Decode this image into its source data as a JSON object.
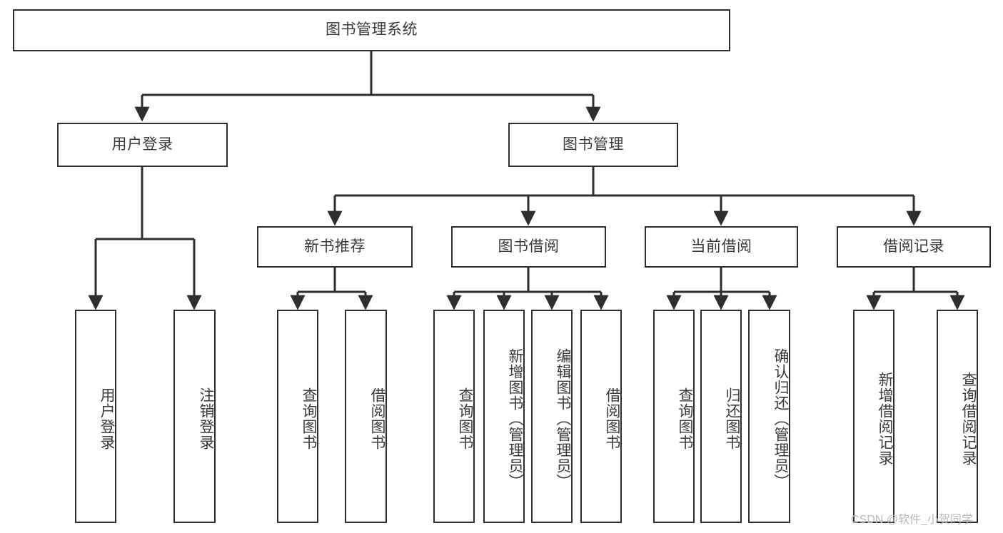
{
  "diagram": {
    "type": "hierarchy-tree",
    "title": "图书管理系统",
    "watermark": "CSDN @软件_小贺同学",
    "colors": {
      "box_border": "#2e2e2e",
      "box_fill": "#ffffff",
      "text": "#3a3a3a",
      "connector": "#2e2e2e",
      "watermark": "#b9b9b9"
    },
    "levels": [
      {
        "level": 1,
        "label": "root"
      },
      {
        "level": 2,
        "label": "modules"
      },
      {
        "level": 3,
        "label": "submodules"
      },
      {
        "level": 4,
        "label": "functions"
      }
    ]
  },
  "nodes": {
    "root": {
      "id": "root",
      "label": "图书管理系统",
      "level": 1,
      "orientation": "horizontal"
    },
    "user_login": {
      "id": "user_login",
      "label": "用户登录",
      "level": 2,
      "orientation": "horizontal"
    },
    "book_mgmt": {
      "id": "book_mgmt",
      "label": "图书管理",
      "level": 2,
      "orientation": "horizontal"
    },
    "new_book_rec": {
      "id": "new_book_rec",
      "label": "新书推荐",
      "level": 3,
      "orientation": "horizontal"
    },
    "book_borrow": {
      "id": "book_borrow",
      "label": "图书借阅",
      "level": 3,
      "orientation": "horizontal"
    },
    "current_borrow": {
      "id": "current_borrow",
      "label": "当前借阅",
      "level": 3,
      "orientation": "horizontal"
    },
    "borrow_record": {
      "id": "borrow_record",
      "label": "借阅记录",
      "level": 3,
      "orientation": "horizontal"
    },
    "leaf_user_login": {
      "id": "leaf_user_login",
      "label": "用户登录",
      "level": 4,
      "orientation": "vertical"
    },
    "leaf_logout": {
      "id": "leaf_logout",
      "label": "注销登录",
      "level": 4,
      "orientation": "vertical"
    },
    "leaf_query_book_1": {
      "id": "leaf_query_book_1",
      "label": "查询图书",
      "level": 4,
      "orientation": "vertical"
    },
    "leaf_borrow_book_1": {
      "id": "leaf_borrow_book_1",
      "label": "借阅图书",
      "level": 4,
      "orientation": "vertical"
    },
    "leaf_query_book_2": {
      "id": "leaf_query_book_2",
      "label": "查询图书",
      "level": 4,
      "orientation": "vertical"
    },
    "leaf_add_book": {
      "id": "leaf_add_book",
      "label": "新增图书（管理员）",
      "level": 4,
      "orientation": "vertical"
    },
    "leaf_edit_book": {
      "id": "leaf_edit_book",
      "label": "编辑图书（管理员）",
      "level": 4,
      "orientation": "vertical"
    },
    "leaf_borrow_book_2": {
      "id": "leaf_borrow_book_2",
      "label": "借阅图书",
      "level": 4,
      "orientation": "vertical"
    },
    "leaf_query_book_3": {
      "id": "leaf_query_book_3",
      "label": "查询图书",
      "level": 4,
      "orientation": "vertical"
    },
    "leaf_return_book": {
      "id": "leaf_return_book",
      "label": "归还图书",
      "level": 4,
      "orientation": "vertical"
    },
    "leaf_confirm_return": {
      "id": "leaf_confirm_return",
      "label": "确认归还（管理员）",
      "level": 4,
      "orientation": "vertical"
    },
    "leaf_add_record": {
      "id": "leaf_add_record",
      "label": "新增借阅记录",
      "level": 4,
      "orientation": "vertical"
    },
    "leaf_query_record": {
      "id": "leaf_query_record",
      "label": "查询借阅记录",
      "level": 4,
      "orientation": "vertical"
    }
  },
  "edges": [
    {
      "from": "root",
      "to": "user_login"
    },
    {
      "from": "root",
      "to": "book_mgmt"
    },
    {
      "from": "user_login",
      "to": "leaf_user_login"
    },
    {
      "from": "user_login",
      "to": "leaf_logout"
    },
    {
      "from": "book_mgmt",
      "to": "new_book_rec"
    },
    {
      "from": "book_mgmt",
      "to": "book_borrow"
    },
    {
      "from": "book_mgmt",
      "to": "current_borrow"
    },
    {
      "from": "book_mgmt",
      "to": "borrow_record"
    },
    {
      "from": "new_book_rec",
      "to": "leaf_query_book_1"
    },
    {
      "from": "new_book_rec",
      "to": "leaf_borrow_book_1"
    },
    {
      "from": "book_borrow",
      "to": "leaf_query_book_2"
    },
    {
      "from": "book_borrow",
      "to": "leaf_add_book"
    },
    {
      "from": "book_borrow",
      "to": "leaf_edit_book"
    },
    {
      "from": "book_borrow",
      "to": "leaf_borrow_book_2"
    },
    {
      "from": "current_borrow",
      "to": "leaf_query_book_3"
    },
    {
      "from": "current_borrow",
      "to": "leaf_return_book"
    },
    {
      "from": "current_borrow",
      "to": "leaf_confirm_return"
    },
    {
      "from": "borrow_record",
      "to": "leaf_add_record"
    },
    {
      "from": "borrow_record",
      "to": "leaf_query_record"
    }
  ]
}
